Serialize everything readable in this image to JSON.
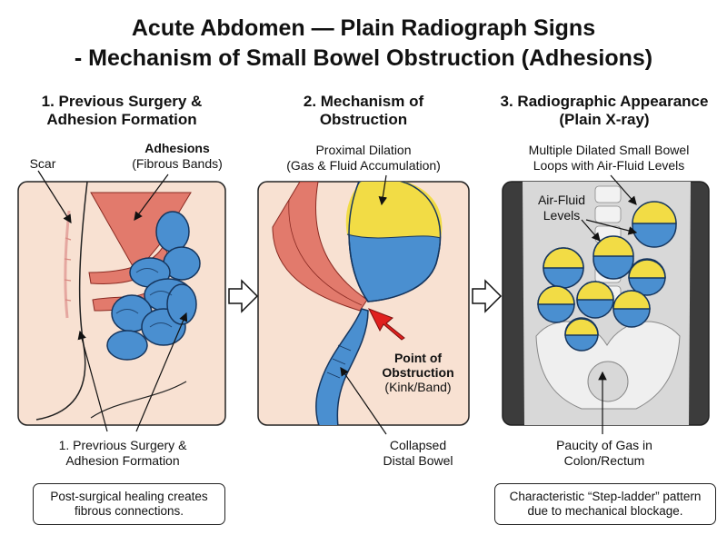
{
  "title_line1": "Acute Abdomen — Plain Radiograph Signs",
  "title_line2": "- Mechanism of Small Bowel Obstruction (Adhesions)",
  "panel1": {
    "title_a": "1. Previous Surgery &",
    "title_b": "Adhesion Formation",
    "scar_label": "Scar",
    "adhesions_label": "Adhesions",
    "adhesions_sub": "(Fibrous Bands)",
    "bottom_a": "1. Prevrious Surgery &",
    "bottom_b": "Adhesion Formation",
    "note_a": "Post-surgical healing creates",
    "note_b": "fibrous connections."
  },
  "panel2": {
    "title_a": "2. Mechanism of",
    "title_b": "Obstruction",
    "dilation_a": "Proximal Dilation",
    "dilation_b": "(Gas & Fluid Accumulation)",
    "point_a": "Point of",
    "point_b": "Obstruction",
    "point_c": "(Kink/Band)",
    "collapsed_a": "Collapsed",
    "collapsed_b": "Distal Bowel"
  },
  "panel3": {
    "title_a": "3. Radiographic Appearance",
    "title_b": "(Plain X-ray)",
    "loops_a": "Multiple Dilated Small Bowel",
    "loops_b": "Loops with Air-Fluid Levels",
    "afl_a": "Air-Fluid",
    "afl_b": "Levels",
    "paucity_a": "Paucity of Gas in",
    "paucity_b": "Colon/Rectum",
    "note_a": "Characteristic “Step-ladder” pattern",
    "note_b": "due to mechanical blockage."
  },
  "colors": {
    "skin": "#f8e1d2",
    "bowel": "#4a8fd0",
    "gas": "#f2dc45",
    "adhesion": "#e27a6c",
    "arrow_red": "#e0201e",
    "xray_bg": "#d8d8d8"
  }
}
